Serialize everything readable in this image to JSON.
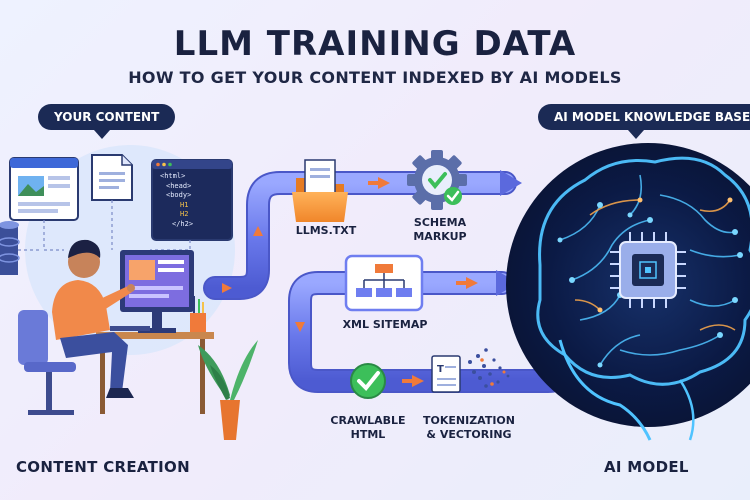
{
  "header": {
    "title": "LLM TRAINING DATA",
    "subtitle": "HOW TO GET YOUR CONTENT INDEXED BY AI MODELS"
  },
  "badges": {
    "your_content": "YOUR CONTENT",
    "knowledge_base": "AI MODEL KNOWLEDGE BASE"
  },
  "code_snippet": {
    "lines": [
      "<html>",
      "<head>",
      "<body>",
      "H1",
      "H2",
      "</h2>"
    ]
  },
  "steps": {
    "llms_txt": "LLMS.TXT",
    "schema_markup_1": "SCHEMA",
    "schema_markup_2": "MARKUP",
    "xml_sitemap": "XML SITEMAP",
    "crawlable_html_1": "CRAWLABLE",
    "crawlable_html_2": "HTML",
    "tokenization_1": "TOKENIZATION",
    "tokenization_2": "& VECTORING"
  },
  "footer": {
    "content_creation": "CONTENT CREATION",
    "ai_model": "AI MODEL"
  },
  "colors": {
    "navy": "#1b2a55",
    "pipe": "#6f7ef0",
    "accent_orange": "#f07a3a",
    "check_green": "#3cbf5a",
    "brain_glow": "#4fc3ff"
  }
}
